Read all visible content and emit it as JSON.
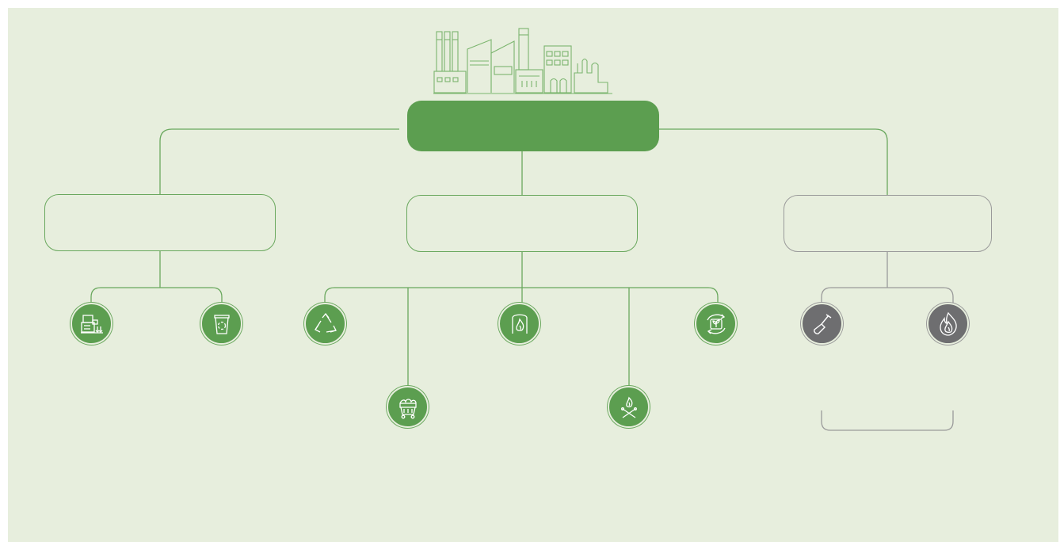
{
  "colors": {
    "background": "#e7eedd",
    "outer": "#ffffff",
    "green": "#5c9e50",
    "green_line": "#6aa85e",
    "gray": "#6e6e70",
    "gray_line": "#9a9a9a",
    "factory_stroke": "#7bb56e",
    "icon_stroke": "#ffffff"
  },
  "root": {
    "label": "",
    "icon": "factory-skyline-icon"
  },
  "categories": [
    {
      "key": "left",
      "label": "",
      "style": "green"
    },
    {
      "key": "center",
      "label": "",
      "style": "green"
    },
    {
      "key": "right",
      "label": "",
      "style": "gray"
    }
  ],
  "leaves": [
    {
      "group": "left",
      "icon": "sorting-machine-icon",
      "label": ""
    },
    {
      "group": "left",
      "icon": "recycle-bin-icon",
      "label": ""
    },
    {
      "group": "center",
      "icon": "recycle-arrows-icon",
      "label": ""
    },
    {
      "group": "center",
      "icon": "waste-cart-icon",
      "label": ""
    },
    {
      "group": "center",
      "icon": "flame-container-icon",
      "label": ""
    },
    {
      "group": "center",
      "icon": "fire-logs-icon",
      "label": ""
    },
    {
      "group": "center",
      "icon": "sprout-cycle-icon",
      "label": ""
    },
    {
      "group": "right",
      "icon": "shovel-icon",
      "label": ""
    },
    {
      "group": "right",
      "icon": "flames-icon",
      "label": ""
    }
  ],
  "bracket": {
    "label": ""
  }
}
